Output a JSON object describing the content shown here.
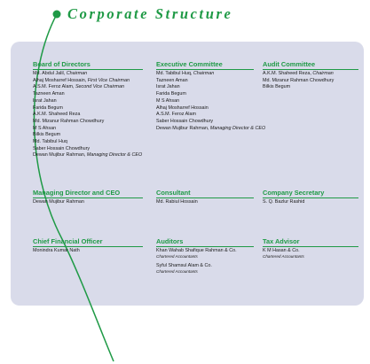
{
  "title": "Corporate Structure",
  "colors": {
    "accent": "#1f9a46",
    "panel": "#d9dbea"
  },
  "board": {
    "heading": "Board of Directors",
    "members": [
      {
        "name": "Md. Abdul Jalil",
        "role": "Chairman"
      },
      {
        "name": "Alhaj Mosharref Hossain",
        "role": "First Vice Chairman"
      },
      {
        "name": "A.S.M. Feroz Alam",
        "role": "Second Vice Chairman"
      },
      {
        "name": "Tazneen Aman",
        "role": ""
      },
      {
        "name": "Israt Jahan",
        "role": ""
      },
      {
        "name": "Farida Begum",
        "role": ""
      },
      {
        "name": "A.K.M. Shaheed Reza",
        "role": ""
      },
      {
        "name": "Md. Mizanur Rahman Chowdhury",
        "role": ""
      },
      {
        "name": "M S Ahsan",
        "role": ""
      },
      {
        "name": "Bilkis Begum",
        "role": ""
      },
      {
        "name": "Md. Tabibul Huq",
        "role": ""
      },
      {
        "name": "Saber Hossain Chowdhury",
        "role": ""
      },
      {
        "name": "Dewan Mujibur Rahman",
        "role": "Managing Director & CEO"
      }
    ]
  },
  "executive": {
    "heading": "Executive Committee",
    "members": [
      {
        "name": "Md. Tabibul Huq",
        "role": "Chairman"
      },
      {
        "name": "Tazneen Aman",
        "role": ""
      },
      {
        "name": "Israt Jahan",
        "role": ""
      },
      {
        "name": "Farida Begum",
        "role": ""
      },
      {
        "name": "M S Ahsan",
        "role": ""
      },
      {
        "name": "Alhaj Mosharref Hossain",
        "role": ""
      },
      {
        "name": "A.S.M. Feroz Alam",
        "role": ""
      },
      {
        "name": "Saber Hossain Chowdhury",
        "role": ""
      },
      {
        "name": "Dewan Mujibur Rahman",
        "role": "Managing Director & CEO"
      }
    ]
  },
  "audit": {
    "heading": "Audit Committee",
    "members": [
      {
        "name": "A.K.M. Shaheed Reza",
        "role": "Chairman"
      },
      {
        "name": "Md. Mizanur Rahman Chowdhury",
        "role": ""
      },
      {
        "name": "Bilkis Begum",
        "role": ""
      }
    ]
  },
  "md": {
    "heading": "Managing Director and CEO",
    "members": [
      {
        "name": "Dewan Mujibur Rahman",
        "role": ""
      }
    ]
  },
  "consultant": {
    "heading": "Consultant",
    "members": [
      {
        "name": "Md. Rabiul Hossain",
        "role": ""
      }
    ]
  },
  "secretary": {
    "heading": "Company Secretary",
    "members": [
      {
        "name": "S. Q. Bazlur Rashid",
        "role": ""
      }
    ]
  },
  "cfo": {
    "heading": "Chief Financial Officer",
    "members": [
      {
        "name": "Monindra Kumar Nath",
        "role": ""
      }
    ]
  },
  "auditors": {
    "heading": "Auditors",
    "firms": [
      {
        "name": "Khan Wahab Shafique Rahman & Co.",
        "sub": "Chartered Accountants"
      },
      {
        "name": "Syful Shamsul Alam & Co.",
        "sub": "Chartered Accountants"
      }
    ]
  },
  "tax": {
    "heading": "Tax Advisor",
    "firms": [
      {
        "name": "K M Hasan & Co.",
        "sub": "Chartered Accountants"
      }
    ]
  }
}
